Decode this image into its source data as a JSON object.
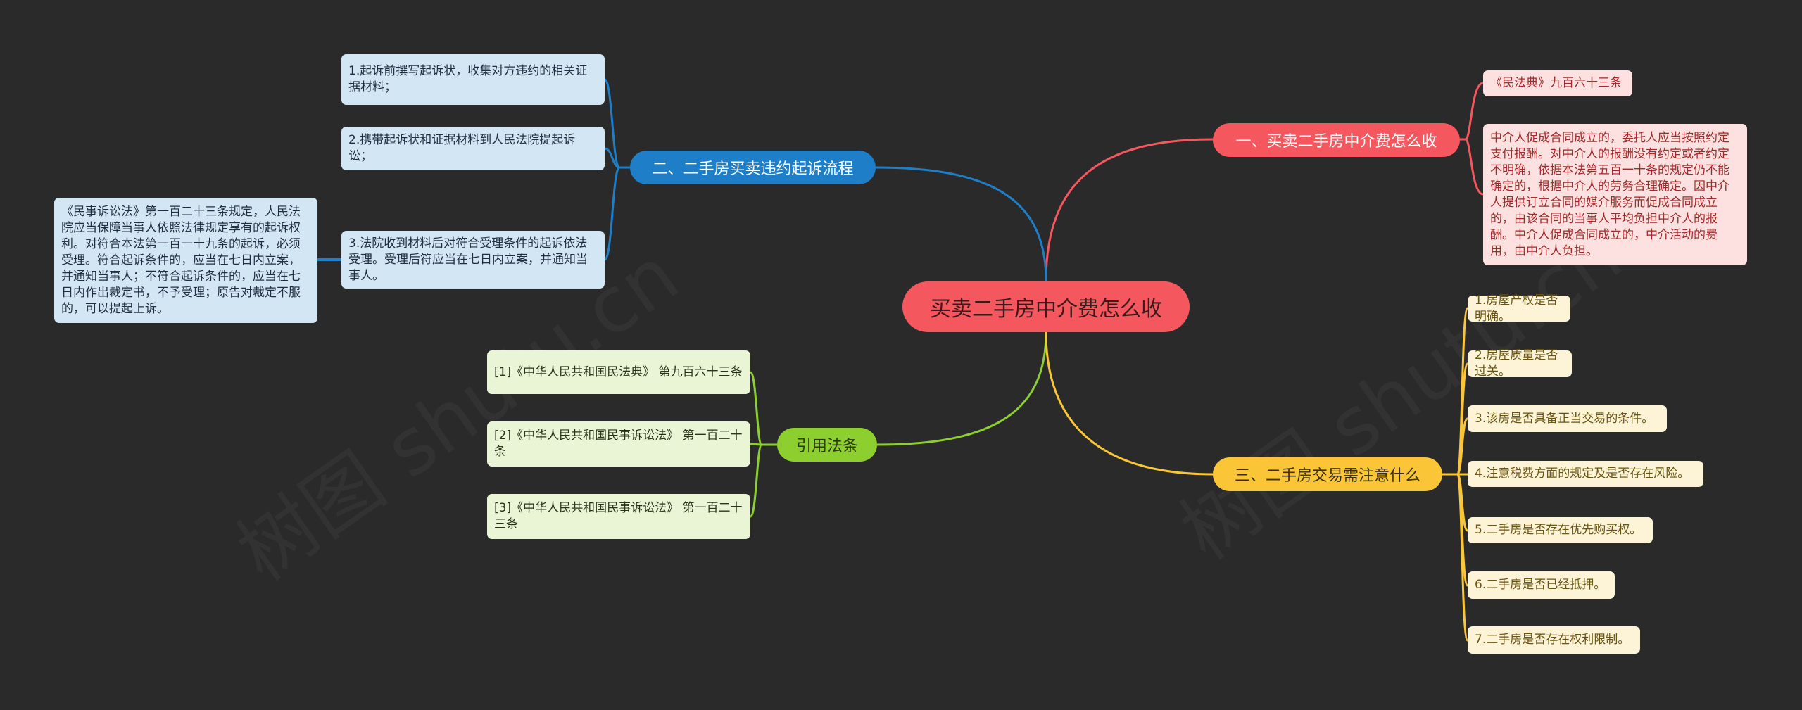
{
  "center": {
    "label": "买卖二手房中介费怎么收"
  },
  "watermark": "树图 shutu.cn",
  "colors": {
    "background": "#2a2a2a",
    "red": "#f5575e",
    "blue": "#1e7fc8",
    "green": "#8ccf2e",
    "yellow": "#fac638"
  },
  "branches": {
    "red": {
      "label": "一、买卖二手房中介费怎么收",
      "leaves": [
        "《民法典》九百六十三条",
        "中介人促成合同成立的，委托人应当按照约定支付报酬。对中介人的报酬没有约定或者约定不明确，依据本法第五百一十条的规定仍不能确定的，根据中介人的劳务合理确定。因中介人提供订立合同的媒介服务而促成合同成立的，由该合同的当事人平均负担中介人的报酬。中介人促成合同成立的，中介活动的费用，由中介人负担。"
      ]
    },
    "blue": {
      "label": "二、二手房买卖违约起诉流程",
      "leaves": [
        "1.起诉前撰写起诉状，收集对方违约的相关证据材料；",
        "2.携带起诉状和证据材料到人民法院提起诉讼；",
        "3.法院收到材料后对符合受理条件的起诉依法受理。受理后符应当在七日内立案，并通知当事人。"
      ],
      "subleaf": "《民事诉讼法》第一百二十三条规定，人民法院应当保障当事人依照法律规定享有的起诉权利。对符合本法第一百一十九条的起诉，必须受理。符合起诉条件的，应当在七日内立案，并通知当事人；不符合起诉条件的，应当在七日内作出裁定书，不予受理；原告对裁定不服的，可以提起上诉。"
    },
    "green": {
      "label": "引用法条",
      "leaves": [
        "[1]《中华人民共和国民法典》 第九百六十三条",
        "[2]《中华人民共和国民事诉讼法》 第一百二十条",
        "[3]《中华人民共和国民事诉讼法》 第一百二十三条"
      ]
    },
    "yellow": {
      "label": "三、二手房交易需注意什么",
      "leaves": [
        "1.房屋产权是否明确。",
        "2.房屋质量是否过关。",
        "3.该房是否具备正当交易的条件。",
        "4.注意税费方面的规定及是否存在风险。",
        "5.二手房是否存在优先购买权。",
        "6.二手房是否已经抵押。",
        "7.二手房是否存在权利限制。"
      ]
    }
  }
}
